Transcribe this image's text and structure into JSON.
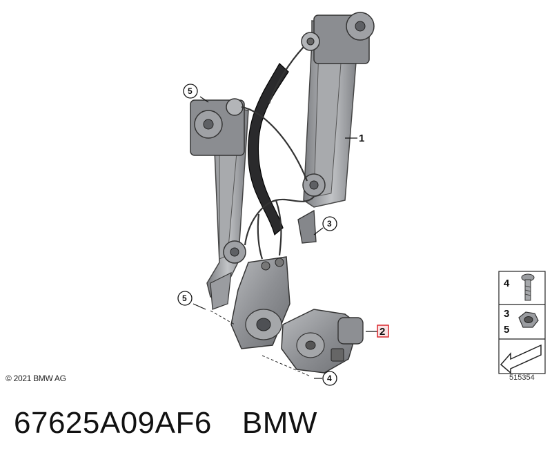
{
  "callouts": {
    "c1": "1",
    "c2": "2",
    "c3": "3",
    "c4": "4",
    "c5_top": "5",
    "c5_bottom": "5"
  },
  "legend": {
    "item4": "4",
    "item3": "3",
    "item5": "5"
  },
  "copyright": "© 2021 BMW AG",
  "diagram_number": "515354",
  "footer": {
    "part_number": "67625A09AF6",
    "brand": "BMW"
  },
  "colors": {
    "part_fill": "#9a9ca0",
    "part_dark": "#55585c",
    "highlight_box": "#d9262c"
  }
}
